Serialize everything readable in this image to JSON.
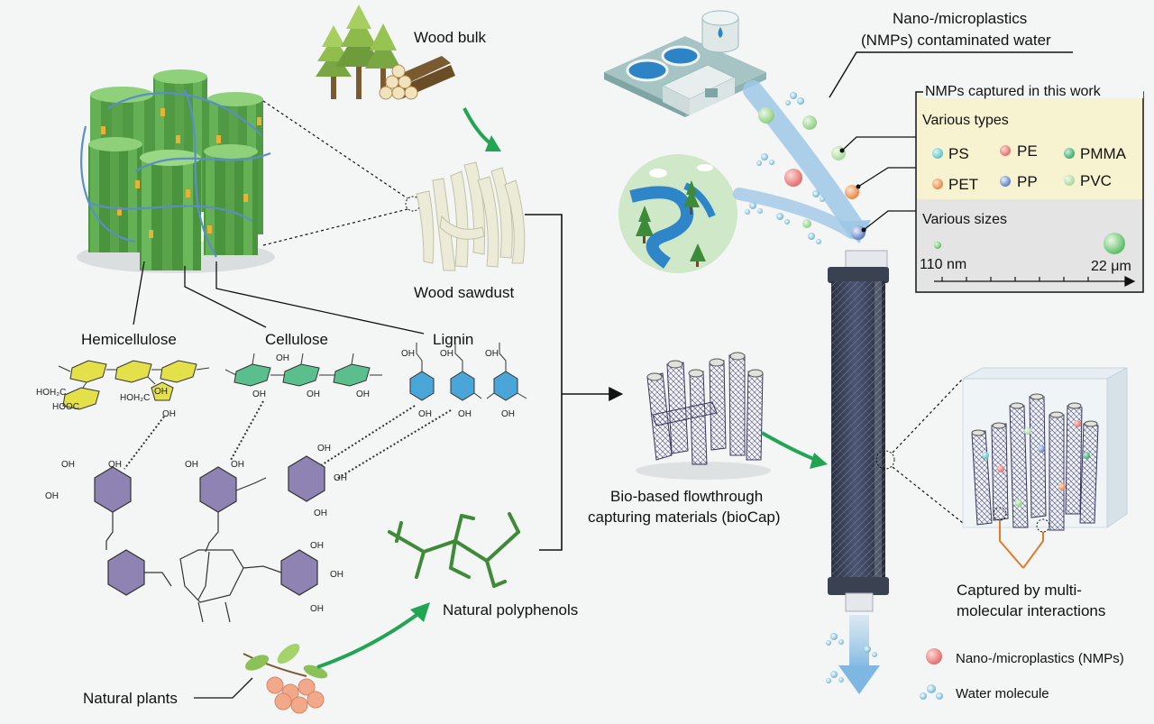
{
  "labels": {
    "wood_bulk": "Wood bulk",
    "wood_sawdust": "Wood sawdust",
    "hemicellulose": "Hemicellulose",
    "cellulose": "Cellulose",
    "lignin": "Lignin",
    "natural_polyphenols": "Natural polyphenols",
    "natural_plants": "Natural plants",
    "biocap_line1": "Bio-based flowthrough",
    "biocap_line2": "capturing materials (bioCap)",
    "nmp_water_line1": "Nano-/microplastics",
    "nmp_water_line2": "(NMPs) contaminated water",
    "captured_line1": "Captured by multi-",
    "captured_line2": "molecular interactions"
  },
  "nmp_panel": {
    "title": "NMPs captured in this work",
    "types_header": "Various types",
    "types": [
      {
        "name": "PS",
        "color": "#5cc3c6"
      },
      {
        "name": "PE",
        "color": "#e2706e"
      },
      {
        "name": "PMMA",
        "color": "#3dae6f"
      },
      {
        "name": "PET",
        "color": "#e58a4a"
      },
      {
        "name": "PP",
        "color": "#5f7fc0"
      },
      {
        "name": "PVC",
        "color": "#a6d99a"
      }
    ],
    "sizes_header": "Various sizes",
    "size_min": "110 nm",
    "size_max": "22 μm"
  },
  "legend": {
    "nmp": "Nano-/microplastics (NMPs)",
    "water": "Water molecule"
  },
  "chem": {
    "oh": "OH",
    "hoh2c": "HOH₂C",
    "hooc": "HOOC"
  },
  "colors": {
    "fiber_green": "#5aa34a",
    "sawdust": "#ecebd8",
    "biocap_purple": "#4b4870",
    "arrow_green": "#21a553",
    "flow_blue": "#9fc8e6",
    "column_dark": "#2f3646",
    "panel_yellow": "#f7f2d0",
    "panel_gray": "#e4e4e4",
    "hemicellulose_ring": "#e3e04a",
    "cellulose_ring": "#5bbf8d",
    "lignin_ring": "#4aa6d8",
    "polyphenol_ring": "#8f83b3"
  }
}
